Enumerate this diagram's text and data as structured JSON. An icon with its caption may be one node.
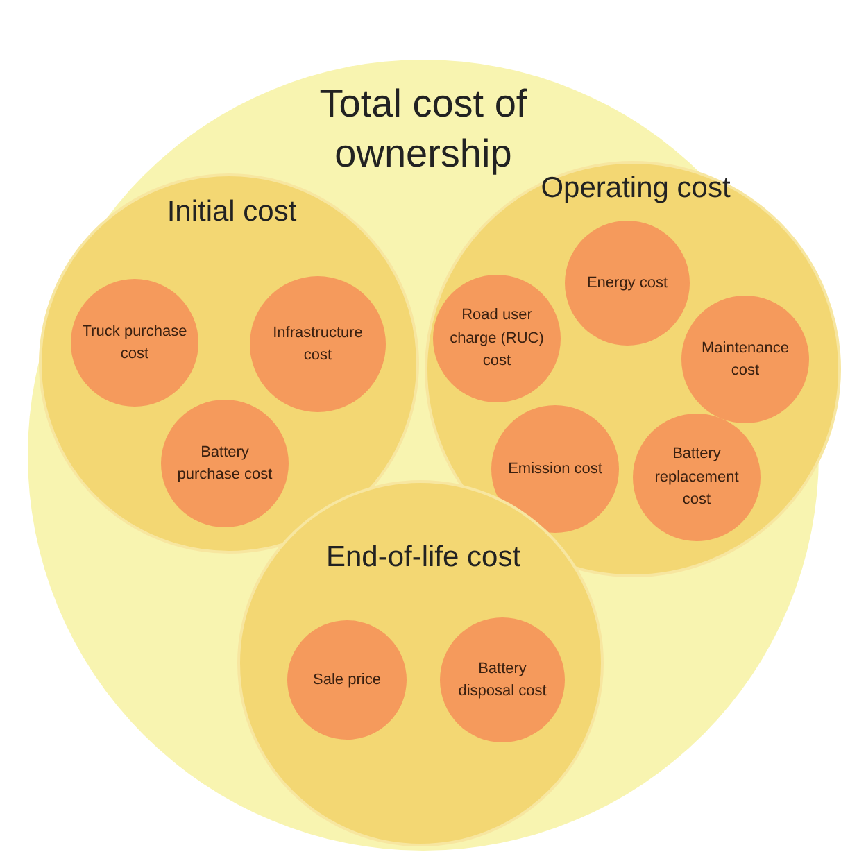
{
  "diagram": {
    "nodes": [
      {
        "text": [
          "Total cost of ownership"
        ]
      },
      {
        "text": [
          "Initial cost"
        ],
        "in": 0
      },
      {
        "text": [
          "Truck purchase cost"
        ],
        "in": 1
      },
      {
        "text": [
          "Infrastructure cost"
        ],
        "in": 1
      },
      {
        "text": [
          "Battery purchase cost"
        ],
        "in": 1
      },
      {
        "text": [
          "Operating cost"
        ],
        "in": 0
      },
      {
        "text": [
          "Energy cost"
        ],
        "in": 5
      },
      {
        "text": [
          "Road user charge (RUC) cost"
        ],
        "in": 5
      },
      {
        "text": [
          "Maintenance cost"
        ],
        "in": 5
      },
      {
        "text": [
          "Emission cost"
        ],
        "in": 5
      },
      {
        "text": [
          "Battery replacement cost"
        ],
        "in": 5
      },
      {
        "text": [
          "End-of-life cost"
        ],
        "in": 0
      },
      {
        "text": [
          "Sale price"
        ],
        "in": 11
      },
      {
        "text": [
          "Battery disposal cost"
        ],
        "in": 11
      }
    ]
  }
}
